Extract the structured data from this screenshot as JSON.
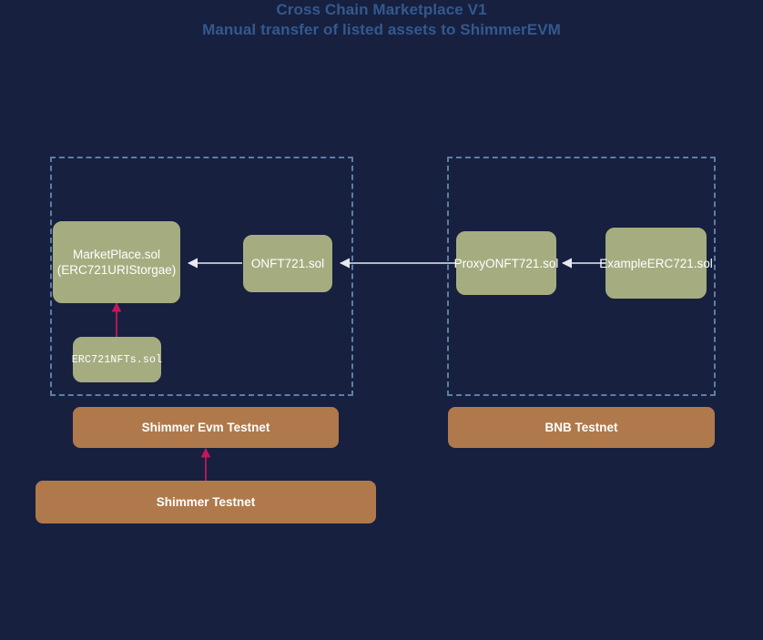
{
  "title": {
    "line1": "Cross Chain Marketplace V1",
    "line2": "Manual transfer of listed assets to ShimmerEVM",
    "color": "#33598f"
  },
  "theme": {
    "background": "#17203f",
    "node_fill": "#a5ad80",
    "node_text": "#ffffff",
    "chain_fill": "#b0794b",
    "chain_text": "#ffffff",
    "cluster_border": "#5b7fa6",
    "edge_white": "#e8eaf0",
    "edge_pink": "#c2185b"
  },
  "clusters": [
    {
      "id": "shimmer-evm-cluster",
      "label": ""
    },
    {
      "id": "bnb-cluster",
      "label": ""
    }
  ],
  "nodes": [
    {
      "id": "marketplace",
      "name": "marketplace-node",
      "line1": "MarketPlace.sol",
      "line2": "(ERC721URIStorgae)",
      "mono": false
    },
    {
      "id": "onft721",
      "name": "onft721-node",
      "line1": "ONFT721.sol",
      "mono": false
    },
    {
      "id": "erc721nfts",
      "name": "erc721nfts-node",
      "line1": "ERC721NFTs.sol",
      "mono": true
    },
    {
      "id": "proxyonft721",
      "name": "proxyonft721-node",
      "line1": "ProxyONFT721.sol",
      "mono": false
    },
    {
      "id": "exampleerc721",
      "name": "exampleerc721-node",
      "line1": "ExampleERC721.sol",
      "mono": false
    }
  ],
  "chains": [
    {
      "id": "shimmer-evm-testnet",
      "label": "Shimmer Evm Testnet"
    },
    {
      "id": "bnb-testnet",
      "label": "BNB Testnet"
    },
    {
      "id": "shimmer-testnet",
      "label": "Shimmer Testnet"
    }
  ],
  "edges": [
    {
      "id": "onft-to-marketplace",
      "from": "ONFT721.sol",
      "to": "MarketPlace.sol",
      "color": "white"
    },
    {
      "id": "proxyonft-to-onft",
      "from": "ProxyONFT721.sol",
      "to": "ONFT721.sol",
      "color": "white"
    },
    {
      "id": "example-to-proxyonft",
      "from": "ExampleERC721.sol",
      "to": "ProxyONFT721.sol",
      "color": "white"
    },
    {
      "id": "erc721nfts-to-marketplace",
      "from": "ERC721NFTs.sol",
      "to": "MarketPlace.sol",
      "color": "pink"
    },
    {
      "id": "shimmer-to-shimmerevm",
      "from": "Shimmer Testnet",
      "to": "Shimmer Evm Testnet",
      "color": "pink"
    }
  ]
}
